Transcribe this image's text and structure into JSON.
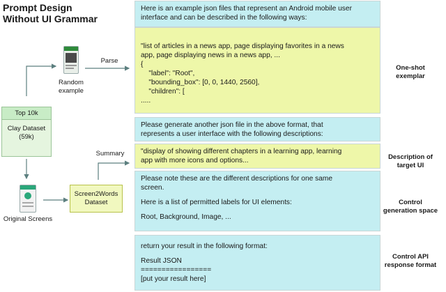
{
  "title": [
    "Prompt Design",
    "Without UI Grammar"
  ],
  "left": {
    "top10k": "Top 10k",
    "clay": [
      "Clay Dataset",
      "(59k)"
    ],
    "random_example": [
      "Random",
      "example"
    ],
    "parse": "Parse",
    "summary": "Summary",
    "original_screens": "Original Screens",
    "screen2words": [
      "Screen2Words",
      "Dataset"
    ]
  },
  "panels": {
    "p1": [
      "Here is an example json files that represent an Android mobile user",
      "interface and can be described in the following ways:"
    ],
    "p2": [
      "\"list of articles in a news app, page displaying favorites in a news",
      "app, page displaying news in a news app, ...",
      "{",
      "    \"label\": \"Root\",",
      "    \"bounding_box\": [0, 0, 1440, 2560],",
      "    \"children\": [",
      "....."
    ],
    "p3": [
      "Please generate another json file in the above format, that",
      "represents a user interface with the following descriptions:"
    ],
    "p4": [
      "\"display of showing different chapters in a learning app, learning",
      "app with more icons and options..."
    ],
    "p5a": [
      "Please note these are the different descriptions for one same",
      "screen."
    ],
    "p5b": "Here is a list of permitted labels for UI elements:",
    "p5c": "Root, Background, Image, ...",
    "p6a": "return your result in the following format:",
    "p6b": "Result JSON",
    "p6c": "=================",
    "p6d": "[put your result here]"
  },
  "right": {
    "oneshot": [
      "One-shot",
      "exemplar"
    ],
    "target": [
      "Description of",
      "target UI"
    ],
    "control": [
      "Control",
      "generation space"
    ],
    "api": [
      "Control API",
      "response format"
    ]
  },
  "colors": {
    "cyan": "#c4eef2",
    "lime": "#eef7a9",
    "arrow": "#5c7f7f"
  }
}
